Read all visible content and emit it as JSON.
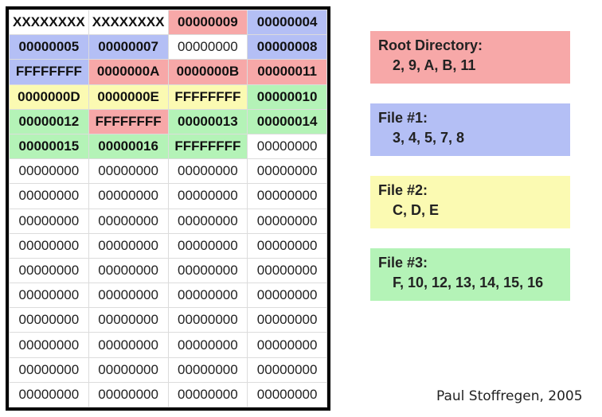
{
  "fat": {
    "rows": [
      [
        {
          "t": "XXXXXXXX",
          "c": "white",
          "b": true
        },
        {
          "t": "XXXXXXXX",
          "c": "white",
          "b": true
        },
        {
          "t": "00000009",
          "c": "red",
          "b": true
        },
        {
          "t": "00000004",
          "c": "blue",
          "b": true
        }
      ],
      [
        {
          "t": "00000005",
          "c": "blue",
          "b": true
        },
        {
          "t": "00000007",
          "c": "blue",
          "b": true
        },
        {
          "t": "00000000",
          "c": "white",
          "b": false
        },
        {
          "t": "00000008",
          "c": "blue",
          "b": true
        }
      ],
      [
        {
          "t": "FFFFFFFF",
          "c": "blue",
          "b": true
        },
        {
          "t": "0000000A",
          "c": "red",
          "b": true
        },
        {
          "t": "0000000B",
          "c": "red",
          "b": true
        },
        {
          "t": "00000011",
          "c": "red",
          "b": true
        }
      ],
      [
        {
          "t": "0000000D",
          "c": "yellow",
          "b": true
        },
        {
          "t": "0000000E",
          "c": "yellow",
          "b": true
        },
        {
          "t": "FFFFFFFF",
          "c": "yellow",
          "b": true
        },
        {
          "t": "00000010",
          "c": "green",
          "b": true
        }
      ],
      [
        {
          "t": "00000012",
          "c": "green",
          "b": true
        },
        {
          "t": "FFFFFFFF",
          "c": "red",
          "b": true
        },
        {
          "t": "00000013",
          "c": "green",
          "b": true
        },
        {
          "t": "00000014",
          "c": "green",
          "b": true
        }
      ],
      [
        {
          "t": "00000015",
          "c": "green",
          "b": true
        },
        {
          "t": "00000016",
          "c": "green",
          "b": true
        },
        {
          "t": "FFFFFFFF",
          "c": "green",
          "b": true
        },
        {
          "t": "00000000",
          "c": "white",
          "b": false
        }
      ],
      [
        {
          "t": "00000000",
          "c": "white",
          "b": false
        },
        {
          "t": "00000000",
          "c": "white",
          "b": false
        },
        {
          "t": "00000000",
          "c": "white",
          "b": false
        },
        {
          "t": "00000000",
          "c": "white",
          "b": false
        }
      ],
      [
        {
          "t": "00000000",
          "c": "white",
          "b": false
        },
        {
          "t": "00000000",
          "c": "white",
          "b": false
        },
        {
          "t": "00000000",
          "c": "white",
          "b": false
        },
        {
          "t": "00000000",
          "c": "white",
          "b": false
        }
      ],
      [
        {
          "t": "00000000",
          "c": "white",
          "b": false
        },
        {
          "t": "00000000",
          "c": "white",
          "b": false
        },
        {
          "t": "00000000",
          "c": "white",
          "b": false
        },
        {
          "t": "00000000",
          "c": "white",
          "b": false
        }
      ],
      [
        {
          "t": "00000000",
          "c": "white",
          "b": false
        },
        {
          "t": "00000000",
          "c": "white",
          "b": false
        },
        {
          "t": "00000000",
          "c": "white",
          "b": false
        },
        {
          "t": "00000000",
          "c": "white",
          "b": false
        }
      ],
      [
        {
          "t": "00000000",
          "c": "white",
          "b": false
        },
        {
          "t": "00000000",
          "c": "white",
          "b": false
        },
        {
          "t": "00000000",
          "c": "white",
          "b": false
        },
        {
          "t": "00000000",
          "c": "white",
          "b": false
        }
      ],
      [
        {
          "t": "00000000",
          "c": "white",
          "b": false
        },
        {
          "t": "00000000",
          "c": "white",
          "b": false
        },
        {
          "t": "00000000",
          "c": "white",
          "b": false
        },
        {
          "t": "00000000",
          "c": "white",
          "b": false
        }
      ],
      [
        {
          "t": "00000000",
          "c": "white",
          "b": false
        },
        {
          "t": "00000000",
          "c": "white",
          "b": false
        },
        {
          "t": "00000000",
          "c": "white",
          "b": false
        },
        {
          "t": "00000000",
          "c": "white",
          "b": false
        }
      ],
      [
        {
          "t": "00000000",
          "c": "white",
          "b": false
        },
        {
          "t": "00000000",
          "c": "white",
          "b": false
        },
        {
          "t": "00000000",
          "c": "white",
          "b": false
        },
        {
          "t": "00000000",
          "c": "white",
          "b": false
        }
      ],
      [
        {
          "t": "00000000",
          "c": "white",
          "b": false
        },
        {
          "t": "00000000",
          "c": "white",
          "b": false
        },
        {
          "t": "00000000",
          "c": "white",
          "b": false
        },
        {
          "t": "00000000",
          "c": "white",
          "b": false
        }
      ],
      [
        {
          "t": "00000000",
          "c": "white",
          "b": false
        },
        {
          "t": "00000000",
          "c": "white",
          "b": false
        },
        {
          "t": "00000000",
          "c": "white",
          "b": false
        },
        {
          "t": "00000000",
          "c": "white",
          "b": false
        }
      ]
    ]
  },
  "legend": {
    "root": {
      "title": "Root Directory:",
      "items": "2, 9, A, B, 11"
    },
    "file1": {
      "title": "File #1:",
      "items": "3, 4, 5, 7, 8"
    },
    "file2": {
      "title": "File #2:",
      "items": "C, D, E"
    },
    "file3": {
      "title": "File #3:",
      "items": "F, 10, 12, 13, 14, 15, 16"
    }
  },
  "colors": {
    "red": "#f7a8a8",
    "blue": "#b4bff5",
    "yellow": "#fbfab2",
    "green": "#b4f3b7",
    "white": "#ffffff"
  },
  "credit": "Paul Stoffregen, 2005"
}
